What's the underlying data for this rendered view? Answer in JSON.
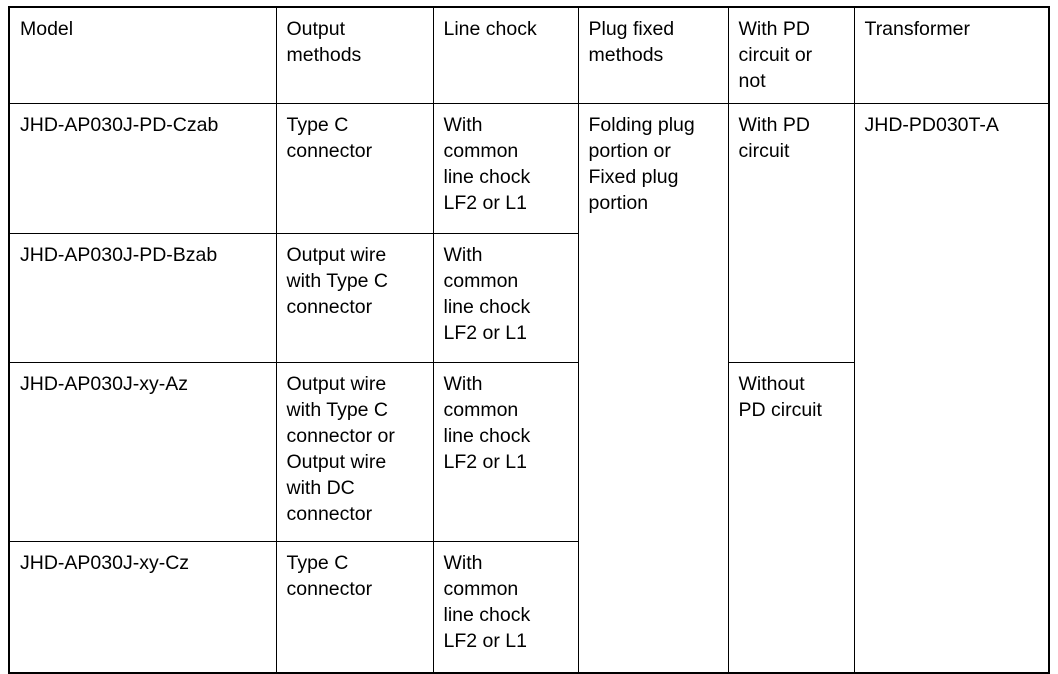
{
  "table": {
    "name": "model-specification-table",
    "columns": [
      {
        "key": "model",
        "header": "Model"
      },
      {
        "key": "output",
        "header": "Output\nmethods"
      },
      {
        "key": "chock",
        "header": "Line chock"
      },
      {
        "key": "plug",
        "header": "Plug fixed\nmethods"
      },
      {
        "key": "pd",
        "header": "With PD\ncircuit or\nnot"
      },
      {
        "key": "transformer",
        "header": "Transformer"
      }
    ],
    "rows": [
      {
        "model": "JHD-AP030J-PD-Czab",
        "output": "Type C\nconnector",
        "chock": "With\ncommon\nline chock\nLF2 or L1"
      },
      {
        "model": "JHD-AP030J-PD-Bzab",
        "output": "Output wire\nwith Type C\nconnector",
        "chock": "With\ncommon\nline chock\nLF2 or L1"
      },
      {
        "model": "JHD-AP030J-xy-Az",
        "output": "Output wire\nwith Type C\nconnector or\nOutput wire\nwith DC\nconnector",
        "chock": "With\ncommon\nline chock\nLF2 or L1"
      },
      {
        "model": "JHD-AP030J-xy-Cz",
        "output": "Type C\nconnector",
        "chock": "With\ncommon\nline chock\nLF2 or L1"
      }
    ],
    "merged_cells": {
      "plug_fixed_methods": "Folding plug\nportion or\nFixed plug\nportion",
      "pd_circuit_rows_1_2": "With PD\ncircuit",
      "pd_circuit_rows_3_4": "Without\nPD circuit",
      "transformer": "JHD-PD030T-A"
    },
    "colors": {
      "border": "#000000",
      "text": "#000000",
      "background": "#ffffff"
    }
  }
}
